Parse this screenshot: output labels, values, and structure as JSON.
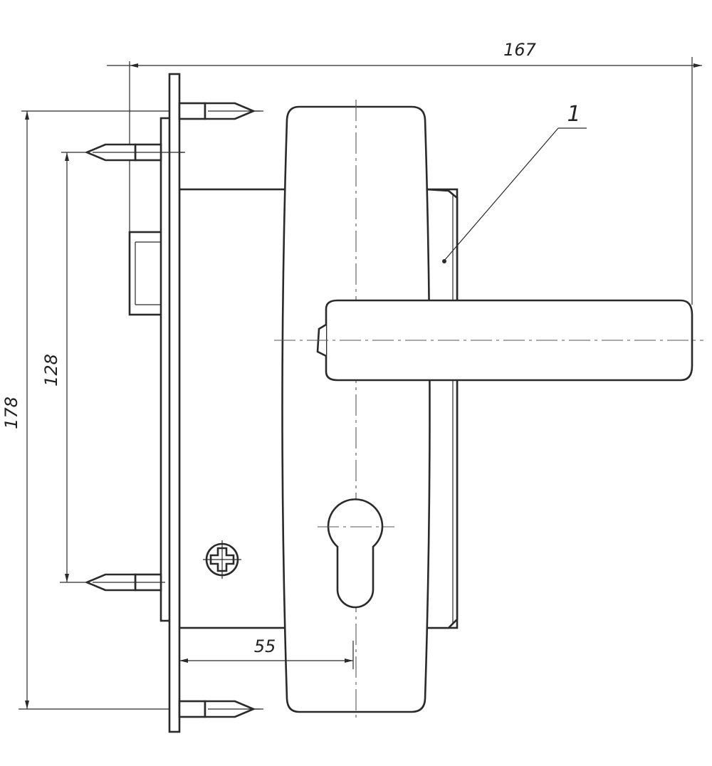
{
  "dimensions": {
    "overall_width": "167",
    "overall_height": "178",
    "screw_spacing": "128",
    "backset": "55"
  },
  "labels": {
    "part_number": "1"
  },
  "colors": {
    "line": "#2a2a2a",
    "background": "#ffffff"
  }
}
